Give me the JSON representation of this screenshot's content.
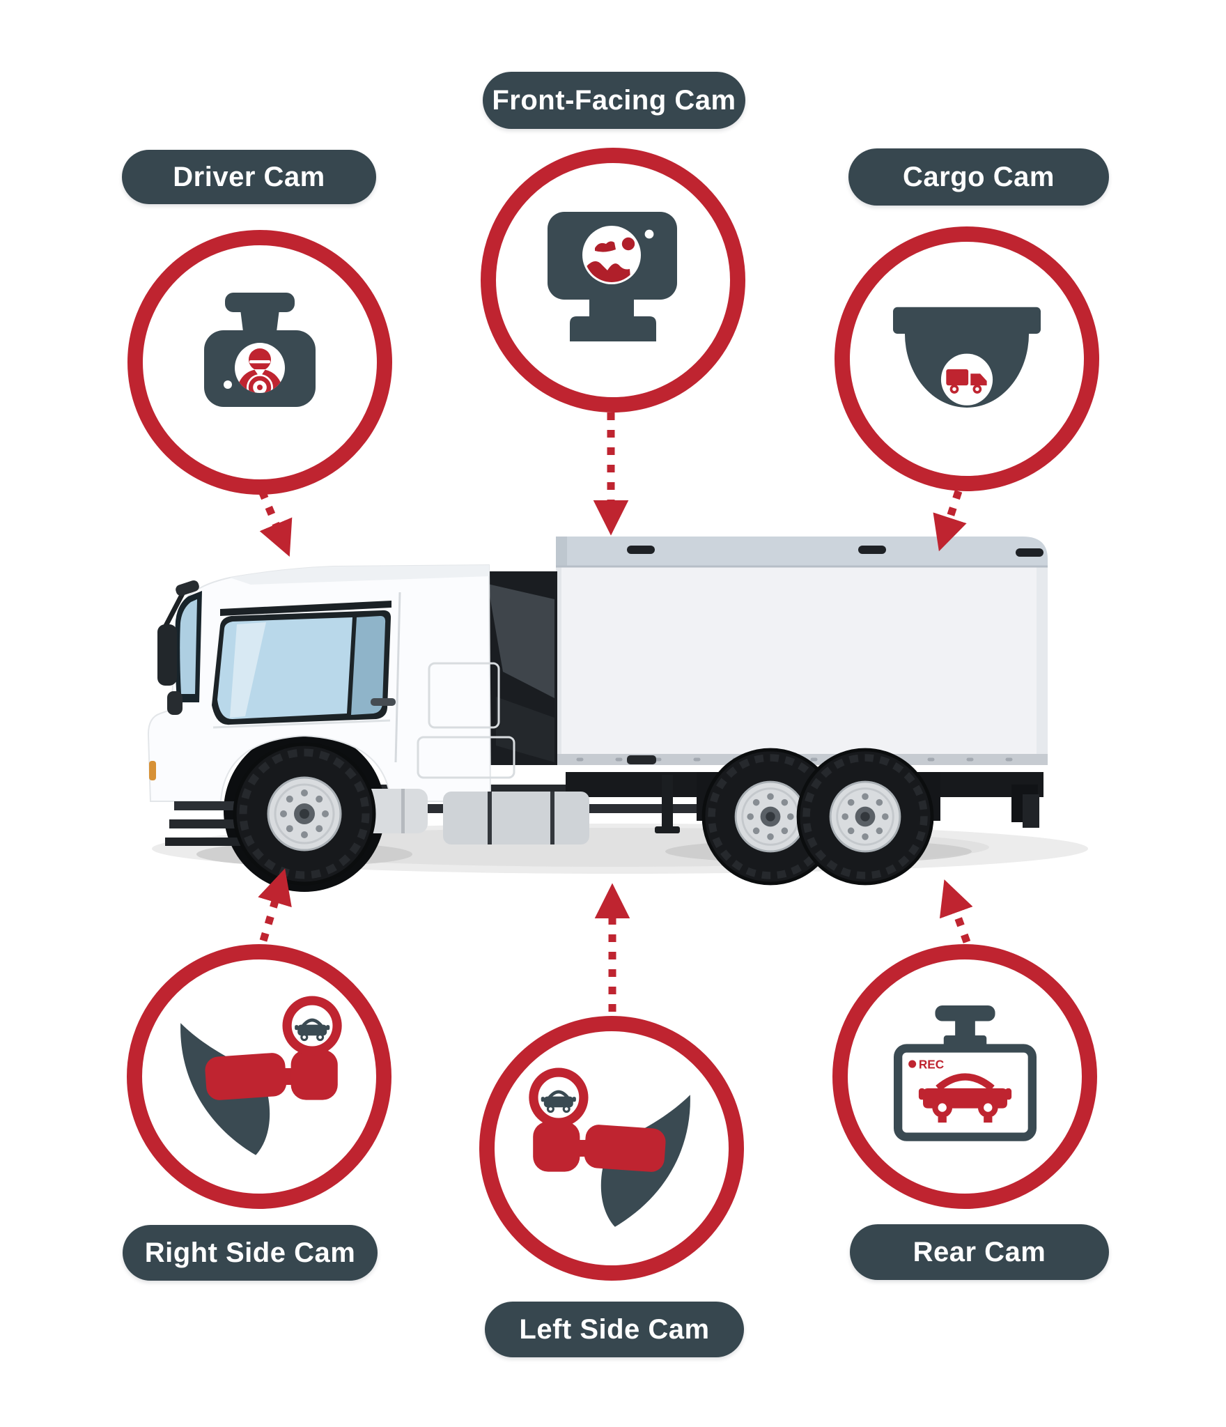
{
  "colors": {
    "accent_red": "#bf2430",
    "slate": "#37474f",
    "canvas": "#ffffff"
  },
  "cameras": [
    {
      "id": "driver-cam",
      "label": "Driver Cam",
      "icon": "dash-cam-driver-icon"
    },
    {
      "id": "front-facing-cam",
      "label": "Front-Facing Cam",
      "icon": "webcam-monitor-icon"
    },
    {
      "id": "cargo-cam",
      "label": "Cargo Cam",
      "icon": "dome-camera-truck-icon"
    },
    {
      "id": "right-side-cam",
      "label": "Right Side Cam",
      "icon": "side-mirror-camera-icon"
    },
    {
      "id": "left-side-cam",
      "label": "Left Side Cam",
      "icon": "side-mirror-camera-icon-mirrored"
    },
    {
      "id": "rear-cam",
      "label": "Rear Cam",
      "icon": "rear-view-monitor-icon"
    }
  ],
  "rear_cam_screen": {
    "rec_label": "REC"
  }
}
